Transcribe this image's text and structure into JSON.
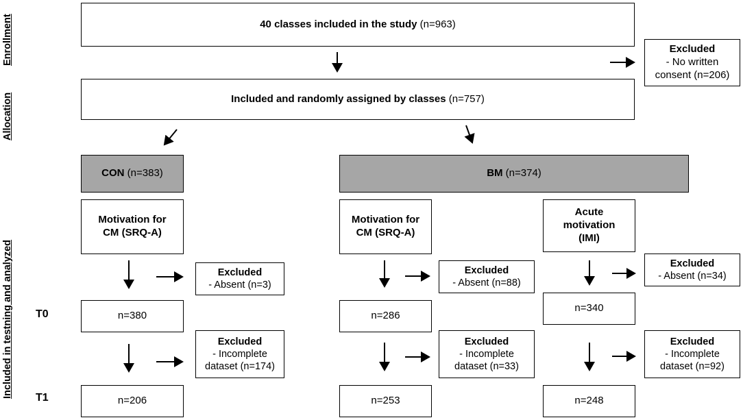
{
  "side_labels": {
    "enrollment": "Enrollment",
    "allocation": "Allocation",
    "testing": "Included in testning and analyzed"
  },
  "time_labels": {
    "t0": "T0",
    "t1": "T1"
  },
  "enrollment": {
    "bold": "40 classes included in the study",
    "count": " (n=963)"
  },
  "excluded_consent": {
    "title": "Excluded",
    "line1": "- No written",
    "line2": "consent (n=206)"
  },
  "allocation": {
    "bold": "Included and randomly assigned by classes",
    "count": " (n=757)"
  },
  "con": {
    "bold": "CON",
    "count": " (n=383)"
  },
  "bm": {
    "bold": "BM",
    "count": " (n=374)"
  },
  "con_measure": {
    "line1": "Motivation for",
    "line2": "CM (SRQ-A)"
  },
  "bm_measure_srq": {
    "line1": "Motivation for",
    "line2": "CM (SRQ-A)"
  },
  "bm_measure_imi": {
    "line1": "Acute",
    "line2": "motivation",
    "line3": "(IMI)"
  },
  "con_excl_t0": {
    "title": "Excluded",
    "detail": "- Absent (n=3)"
  },
  "bm_srq_excl_t0": {
    "title": "Excluded",
    "detail": "- Absent (n=88)"
  },
  "bm_imi_excl_t0": {
    "title": "Excluded",
    "detail": "- Absent (n=34)"
  },
  "con_t0": "n=380",
  "bm_srq_t0": "n=286",
  "bm_imi_t0": "n=340",
  "con_excl_t1": {
    "title": "Excluded",
    "line1": "- Incomplete",
    "line2": "dataset (n=174)"
  },
  "bm_srq_excl_t1": {
    "title": "Excluded",
    "line1": "- Incomplete",
    "line2": "dataset (n=33)"
  },
  "bm_imi_excl_t1": {
    "title": "Excluded",
    "line1": "- Incomplete",
    "line2": "dataset (n=92)"
  },
  "con_t1": "n=206",
  "bm_srq_t1": "n=253",
  "bm_imi_t1": "n=248"
}
